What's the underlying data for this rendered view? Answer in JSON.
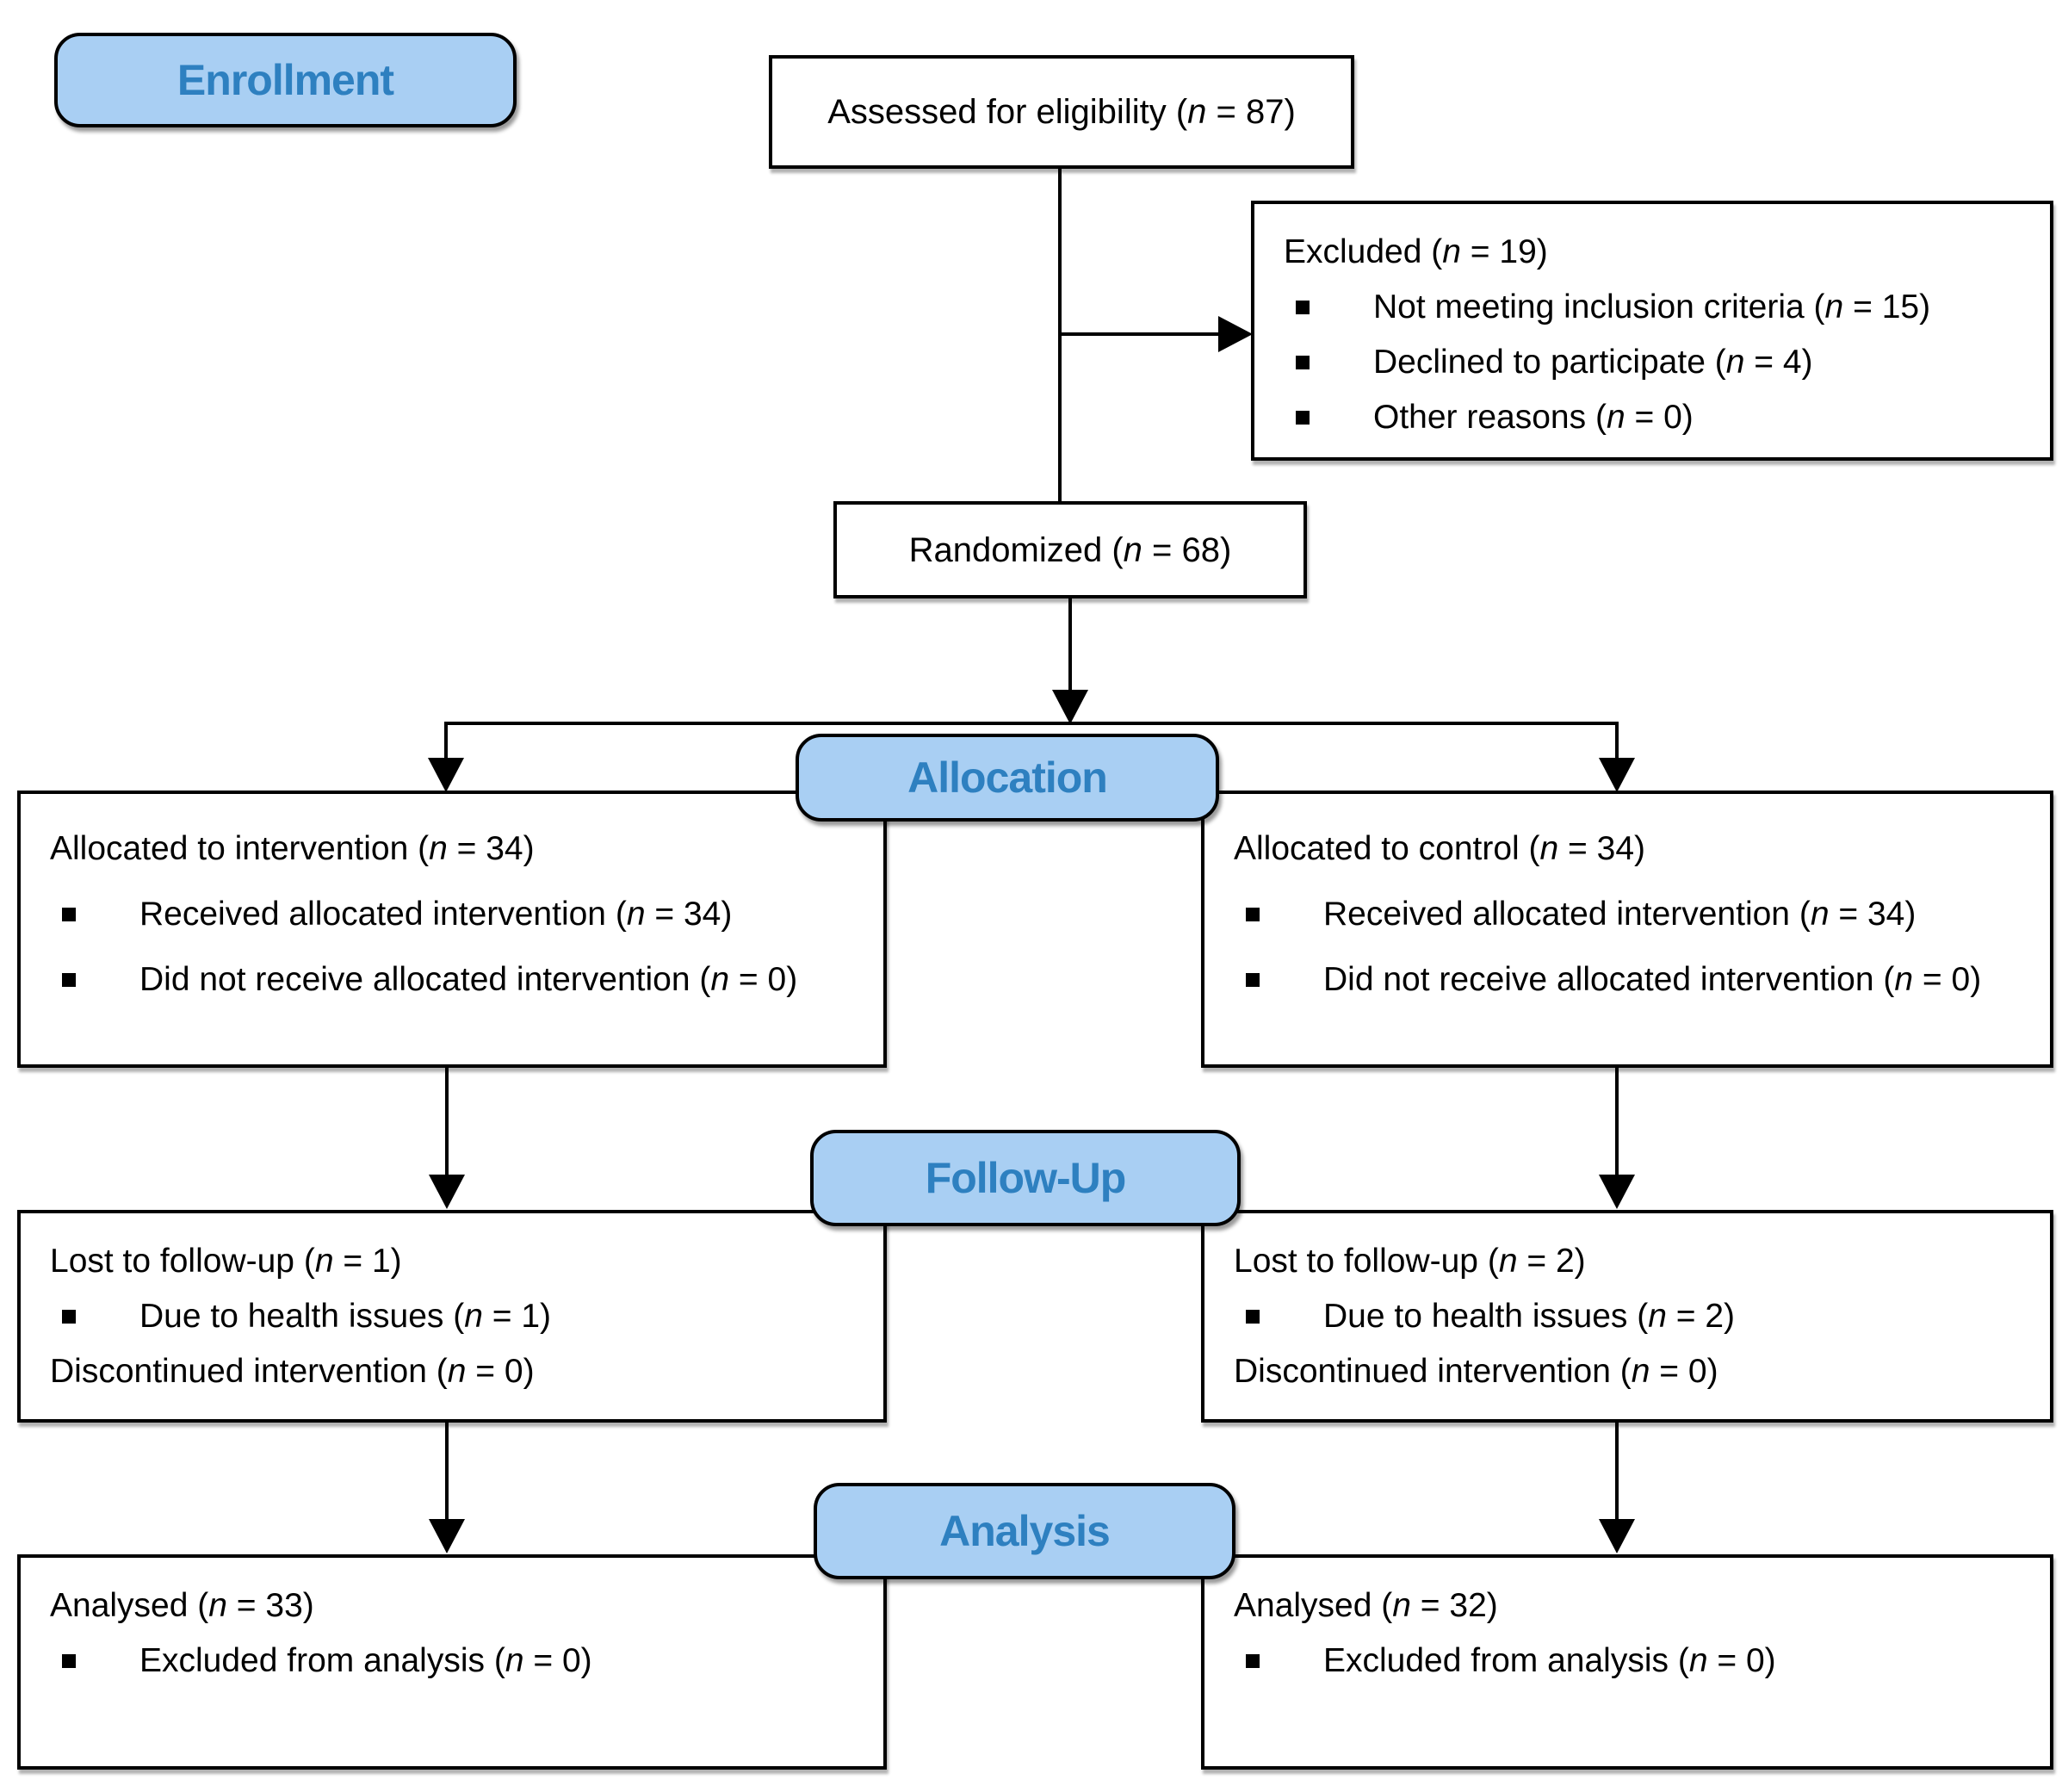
{
  "diagram": {
    "stages": {
      "enrollment": "Enrollment",
      "allocation": "Allocation",
      "followup": "Follow-Up",
      "analysis": "Analysis"
    },
    "assessed": {
      "title": "Assessed for eligibility (n = 87)"
    },
    "excluded": {
      "title": "Excluded (n = 19)",
      "items": [
        "Not meeting inclusion criteria (n = 15)",
        "Declined to participate (n = 4)",
        "Other reasons (n = 0)"
      ]
    },
    "randomized": {
      "title": "Randomized (n = 68)"
    },
    "allocation_left": {
      "title": "Allocated to intervention (n = 34)",
      "items": [
        "Received allocated intervention (n = 34)",
        "Did not receive allocated intervention (n = 0)"
      ]
    },
    "allocation_right": {
      "title": "Allocated to control (n = 34)",
      "items": [
        "Received allocated intervention (n = 34)",
        "Did not receive allocated intervention (n = 0)"
      ]
    },
    "followup_left": {
      "title": "Lost to follow-up (n = 1)",
      "items": [
        "Due to health issues (n = 1)"
      ],
      "footer": "Discontinued intervention (n = 0)"
    },
    "followup_right": {
      "title": "Lost to follow-up (n = 2)",
      "items": [
        "Due to health issues (n = 2)"
      ],
      "footer": "Discontinued intervention (n = 0)"
    },
    "analysis_left": {
      "title": "Analysed (n = 33)",
      "items": [
        "Excluded from analysis (n = 0)"
      ]
    },
    "analysis_right": {
      "title": "Analysed (n = 32)",
      "items": [
        "Excluded from analysis (n = 0)"
      ]
    },
    "colors": {
      "badge_fill": "#a9cff3",
      "badge_text": "#2e80c0",
      "box_border": "#000000",
      "box_background": "#ffffff",
      "body_text": "#000000"
    }
  }
}
